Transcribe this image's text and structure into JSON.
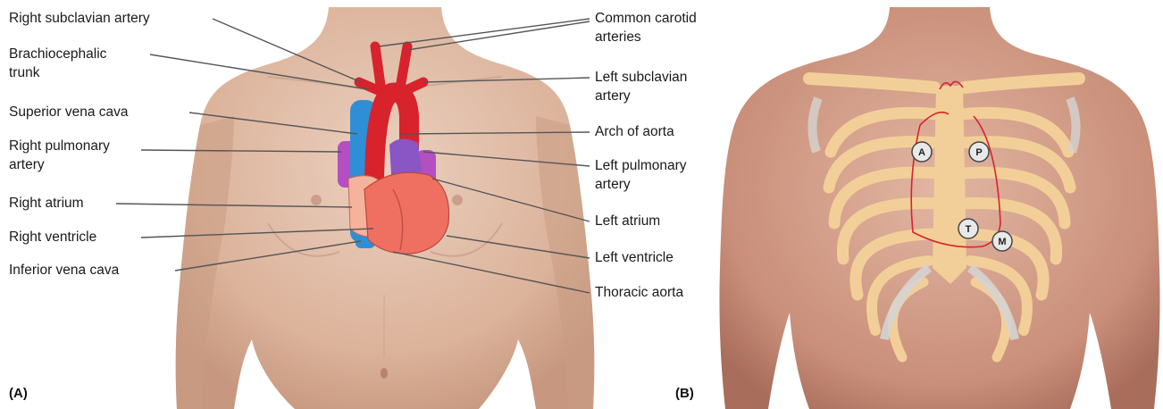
{
  "panel_a": {
    "tag": "(A)",
    "labels_left": [
      {
        "id": "right-subclavian-artery",
        "text": "Right subclavian artery"
      },
      {
        "id": "brachiocephalic-trunk",
        "text": "Brachiocephalic\ntrunk"
      },
      {
        "id": "superior-vena-cava",
        "text": "Superior vena cava"
      },
      {
        "id": "right-pulmonary-artery",
        "text": "Right pulmonary\nartery"
      },
      {
        "id": "right-atrium",
        "text": "Right atrium"
      },
      {
        "id": "right-ventricle",
        "text": "Right ventricle"
      },
      {
        "id": "inferior-vena-cava",
        "text": "Inferior vena cava"
      }
    ],
    "labels_right": [
      {
        "id": "common-carotid-arteries",
        "text": "Common carotid\narteries"
      },
      {
        "id": "left-subclavian-artery",
        "text": "Left subclavian\nartery"
      },
      {
        "id": "arch-of-aorta",
        "text": "Arch of aorta"
      },
      {
        "id": "left-pulmonary-artery",
        "text": "Left pulmonary\nartery"
      },
      {
        "id": "left-atrium",
        "text": "Left atrium"
      },
      {
        "id": "left-ventricle",
        "text": "Left ventricle"
      },
      {
        "id": "thoracic-aorta",
        "text": "Thoracic aorta"
      }
    ]
  },
  "panel_b": {
    "tag": "(B)",
    "points": [
      "A",
      "P",
      "T",
      "M"
    ]
  },
  "colors": {
    "skin": "#e2bfa9",
    "skin_shadow": "#c99c84",
    "artery": "#d8222c",
    "vein": "#2f8fd6",
    "pulmonary": "#8a55c4",
    "pulmonary_vein": "#b34fc0",
    "heart": "#ef7060",
    "atrium": "#f6b39c",
    "bone": "#f2cf98",
    "cartilage": "#d6d3d2"
  }
}
